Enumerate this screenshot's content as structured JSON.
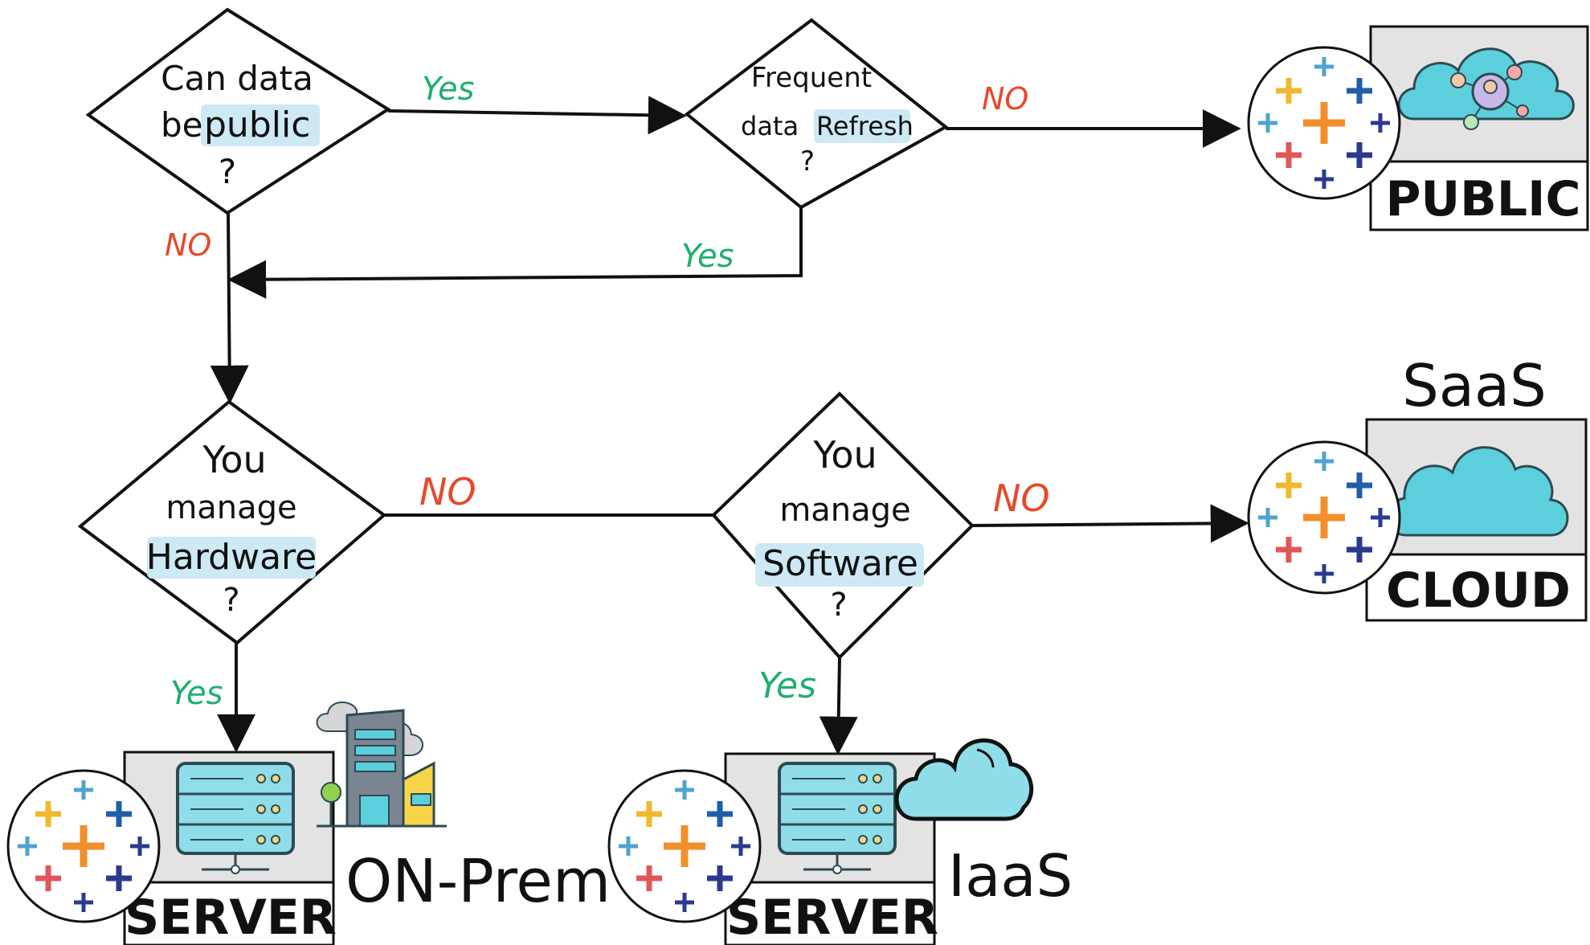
{
  "nodes": {
    "q_public": {
      "line1": "Can data",
      "line2a": "be",
      "line2b": "public",
      "line3": "?"
    },
    "q_refresh": {
      "line1": "Frequent",
      "line2a": "data",
      "line2b": "Refresh",
      "line3": "?"
    },
    "q_hardware": {
      "line1": "You",
      "line2": "manage",
      "line3": "Hardware",
      "line4": "?"
    },
    "q_software": {
      "line1": "You",
      "line2": "manage",
      "line3": "Software",
      "line4": "?"
    }
  },
  "edges": {
    "public_yes": "Yes",
    "public_no": "NO",
    "refresh_no": "NO",
    "refresh_yes": "Yes",
    "hardware_no": "NO",
    "hardware_yes": "Yes",
    "software_no": "NO",
    "software_yes": "Yes"
  },
  "outcomes": {
    "public": {
      "label": "PUBLIC"
    },
    "cloud": {
      "label": "CLOUD",
      "caption": "SaaS"
    },
    "onprem": {
      "label": "SERVER",
      "caption": "ON-Prem"
    },
    "iaas": {
      "label": "SERVER",
      "caption": "IaaS"
    }
  },
  "icons": {
    "tableau_logo": "tableau-logo-icon",
    "server": "server-rack-icon",
    "cloud": "cloud-icon",
    "building": "building-icon",
    "network": "people-network-icon"
  },
  "colors": {
    "yes": "#1fae6e",
    "no": "#e8482a",
    "highlight": "#cde9f4",
    "panel": "#e3e3e3",
    "cloud_fill": "#5ccfdc",
    "server_fill": "#8fdde8",
    "tableau_orange": "#f28e2b",
    "tableau_blue": "#1f5fa8",
    "tableau_red": "#e15759",
    "tableau_navy": "#2b3a8f",
    "tableau_teal": "#4fa3d1",
    "tableau_yellow": "#f1b82d"
  }
}
